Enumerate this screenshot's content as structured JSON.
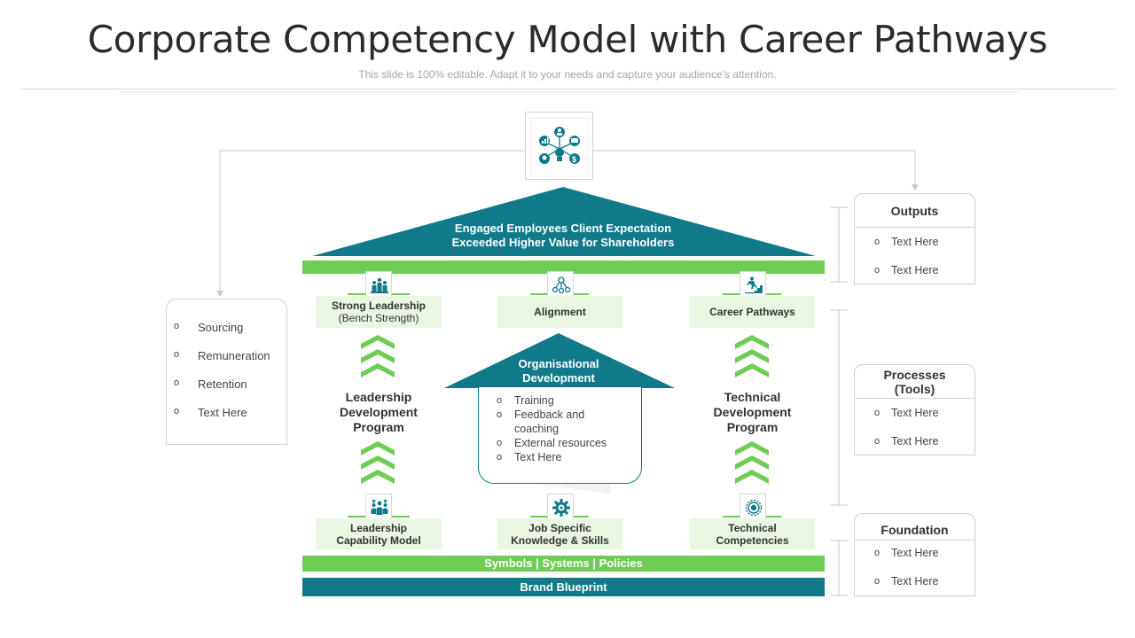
{
  "header": {
    "title": "Corporate Competency Model with Career Pathways",
    "subtitle": "This slide is 100% editable. Adapt it to your needs and capture your audience's attention."
  },
  "roof": {
    "line1": "Engaged Employees Client Expectation",
    "line2": "Exceeded Higher Value for Shareholders"
  },
  "left_panel": {
    "bullet": "o",
    "items": [
      "Sourcing",
      "Remuneration",
      "Retention",
      "Text Here"
    ]
  },
  "columns": {
    "top": [
      {
        "line1": "Strong Leadership",
        "line2": "(Bench Strength)"
      },
      {
        "line1": "Alignment"
      },
      {
        "line1": "Career Pathways"
      }
    ],
    "bottom": [
      {
        "line1": "Leadership",
        "line2": "Capability Model"
      },
      {
        "line1": "Job Specific",
        "line2": "Knowledge & Skills"
      },
      {
        "line1": "Technical",
        "line2": "Competencies"
      }
    ],
    "left_program": [
      "Leadership",
      "Development",
      "Program"
    ],
    "right_program": [
      "Technical",
      "Development",
      "Program"
    ]
  },
  "org_dev": {
    "title_line1": "Organisational",
    "title_line2": "Development",
    "bullet": "o",
    "items": [
      [
        "Training"
      ],
      [
        "Feedback and",
        "coaching"
      ],
      [
        "External resources"
      ],
      [
        "Text Here"
      ]
    ]
  },
  "bars": {
    "symbols": "Symbols | Systems | Policies",
    "brand": "Brand Blueprint"
  },
  "right_panels": {
    "bullet": "o",
    "outputs": {
      "title": "Outputs",
      "items": [
        "Text Here",
        "Text Here"
      ]
    },
    "processes": {
      "title_line1": "Processes",
      "title_line2": "(Tools)",
      "items": [
        "Text Here",
        "Text Here"
      ]
    },
    "foundation": {
      "title": "Foundation",
      "items": [
        "Text Here",
        "Text Here"
      ]
    }
  },
  "colors": {
    "teal": "#107a8b",
    "green": "#6fcc55",
    "light_green": "#e9f6e2"
  },
  "icons": {
    "hub": "business-network-icon",
    "top": [
      "podium-people-icon",
      "org-chart-icon",
      "stairs-climb-icon"
    ],
    "bottom": [
      "team-group-icon",
      "gear-icon",
      "gear-badge-icon"
    ]
  }
}
